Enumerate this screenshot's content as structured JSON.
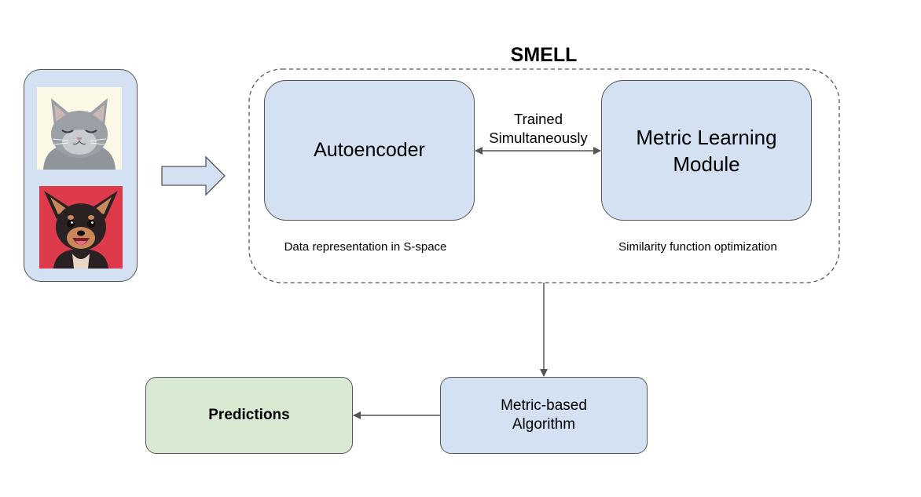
{
  "title": "SMELL",
  "nodes": {
    "autoencoder": "Autoencoder",
    "metric_module_line1": "Metric Learning",
    "metric_module_line2": "Module",
    "metric_algo_line1": "Metric-based",
    "metric_algo_line2": "Algorithm",
    "predictions": "Predictions"
  },
  "edges": {
    "trained_line1": "Trained",
    "trained_line2": "Simultaneously"
  },
  "captions": {
    "autoencoder_caption": "Data representation in S-space",
    "metric_caption": "Similarity function optimization"
  },
  "input_images": [
    "cat-photo",
    "dog-photo"
  ],
  "colors": {
    "blue_fill": "#d3e1f3",
    "green_fill": "#d9ead3",
    "stroke": "#555555"
  }
}
